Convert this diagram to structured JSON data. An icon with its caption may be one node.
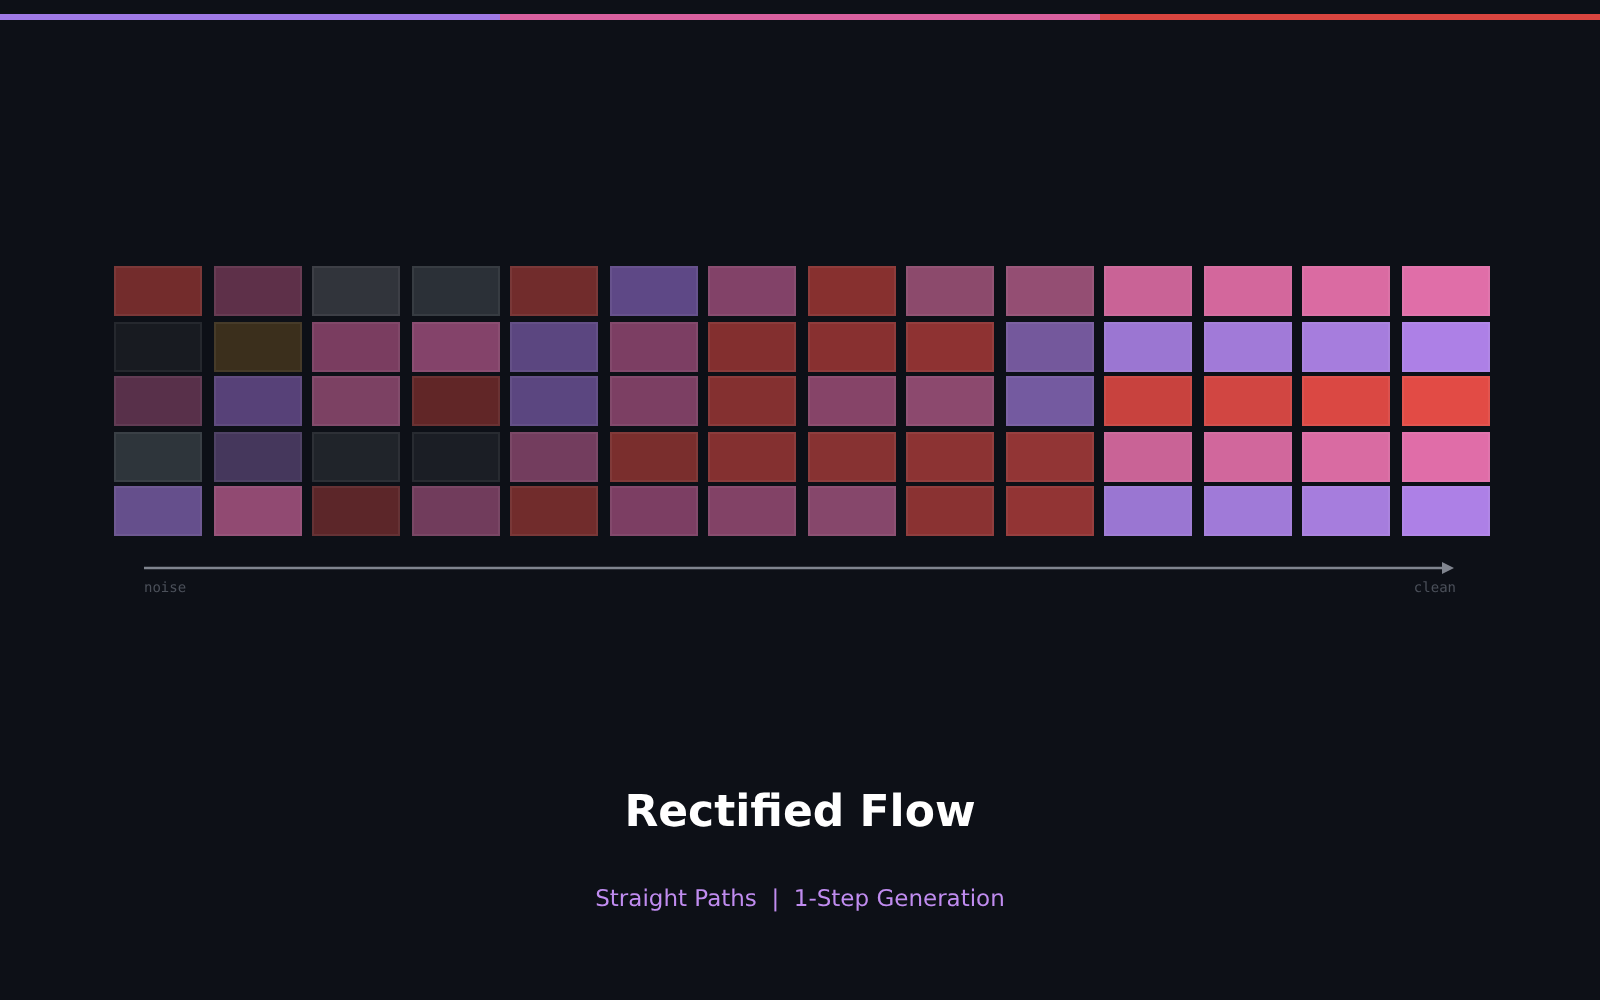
{
  "diagram": {
    "title": "Rectified Flow",
    "caption": "Straight Paths  |  1-Step Generation",
    "labels": [
      "noise",
      "clean"
    ]
  }
}
